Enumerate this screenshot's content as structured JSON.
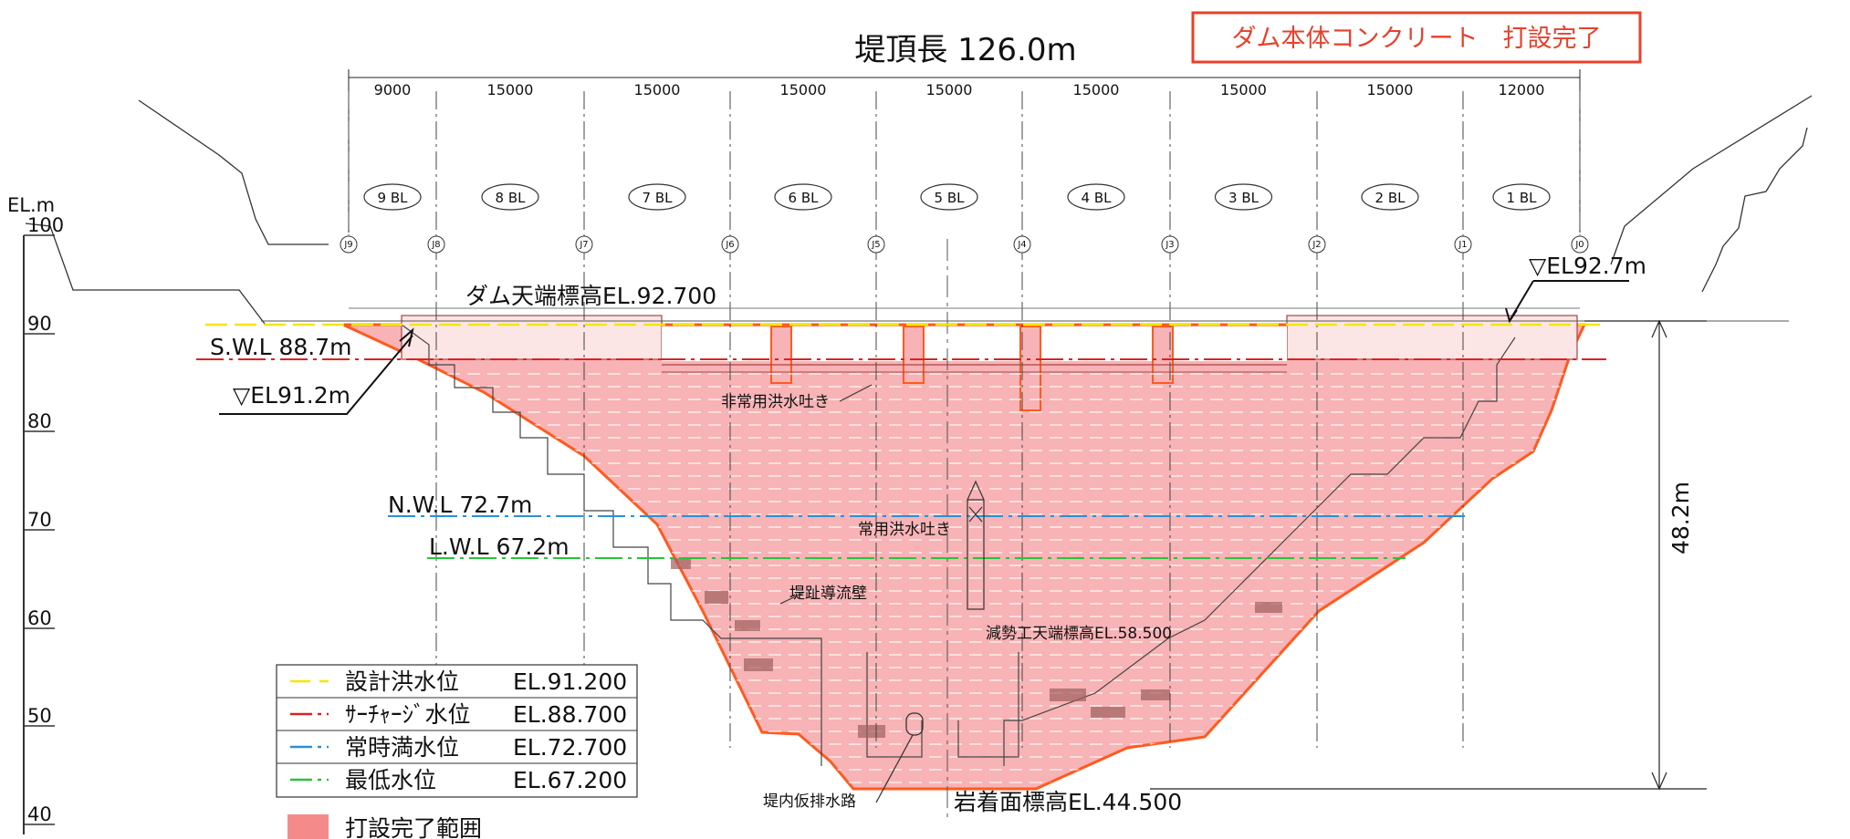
{
  "crest_length_label": "堤頂長 126.0m",
  "status_banner": "ダム本体コンクリート　打設完了",
  "crest_elevation_label": "ダム天端標高EL.92.700",
  "right_crest_marker": "▽EL92.7m",
  "left_marker": "▽EL91.2m",
  "swl_label": "S.W.L 88.7m",
  "nwl_label": "N.W.L 72.7m",
  "lwl_label": "L.W.L 67.2m",
  "height_label": "48.2m",
  "foundation_label": "岩着面標高EL.44.500",
  "annotations": {
    "emergency_spillway": "非常用洪水吐き",
    "regular_spillway": "常用洪水吐き",
    "training_wall": "堤趾導流壁",
    "stilling_basin": "減勢工天端標高EL.58.500",
    "drain_gallery": "堤内仮排水路"
  },
  "elevation_axis": {
    "unit": "EL.m",
    "ticks": [
      "100",
      "90",
      "80",
      "70",
      "60",
      "50",
      "40"
    ]
  },
  "spans": [
    "9000",
    "15000",
    "15000",
    "15000",
    "15000",
    "15000",
    "15000",
    "15000",
    "12000"
  ],
  "blocks": [
    "9 BL",
    "8 BL",
    "7 BL",
    "6 BL",
    "5 BL",
    "4 BL",
    "3 BL",
    "2 BL",
    "1 BL"
  ],
  "joints": [
    "J9",
    "J8",
    "J7",
    "J6",
    "J5",
    "J4",
    "J3",
    "J2",
    "J1",
    "J0"
  ],
  "legend": {
    "items": [
      {
        "name": "設計洪水位",
        "value": "EL.91.200",
        "color": "#f5e600"
      },
      {
        "name": "ｻｰﾁｬｰｼﾞ水位",
        "value": "EL.88.700",
        "color": "#e02020"
      },
      {
        "name": "常時満水位",
        "value": "EL.72.700",
        "color": "#2a8fd8"
      },
      {
        "name": "最低水位",
        "value": "EL.67.200",
        "color": "#27c43a"
      }
    ],
    "fill_label": "打設完了範囲",
    "fill_color": "#f58a8a"
  },
  "colors": {
    "body_fill": "#f7b3b5",
    "outline": "#ff5a1f",
    "banner": "#e8402a"
  }
}
